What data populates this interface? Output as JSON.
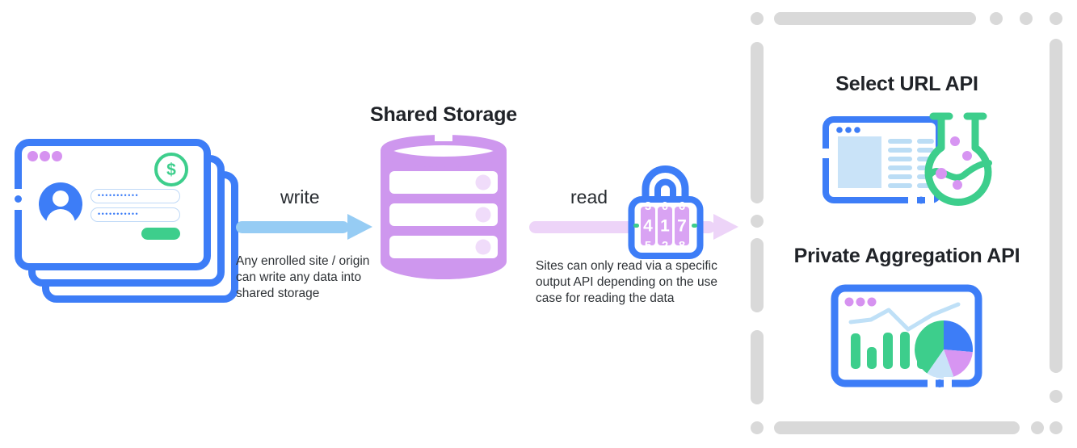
{
  "diagram": {
    "storage_title": "Shared Storage",
    "write": {
      "label": "write",
      "caption": "Any enrolled site / origin can write any data into shared storage"
    },
    "read": {
      "label": "read",
      "caption": "Sites can only read via a specific output API depending on the use case for reading the data"
    },
    "apis": {
      "select_url_title": "Select URL API",
      "private_aggregation_title": "Private Aggregation API"
    },
    "login_card": {
      "dollar_glyph": "$",
      "password1": "•••••••••••",
      "password2": "•••••••••••"
    },
    "lock": {
      "code": [
        "4",
        "1",
        "7"
      ],
      "above": [
        "3",
        "0",
        "6"
      ],
      "below": [
        "5",
        "2",
        "8"
      ]
    },
    "colors": {
      "blue": "#3D7DF7",
      "write_arrow": "#96CCF4",
      "read_arrow": "#EDD4F8",
      "green": "#3DCE8C",
      "database_purple": "#CE97EE",
      "dial_purple": "#D9A3F3",
      "window_dot_purple": "#D692F0",
      "light_blue_fill": "#C9E3F8",
      "dashed_gray": "#D9D9D9",
      "text_dark": "#202328"
    }
  }
}
